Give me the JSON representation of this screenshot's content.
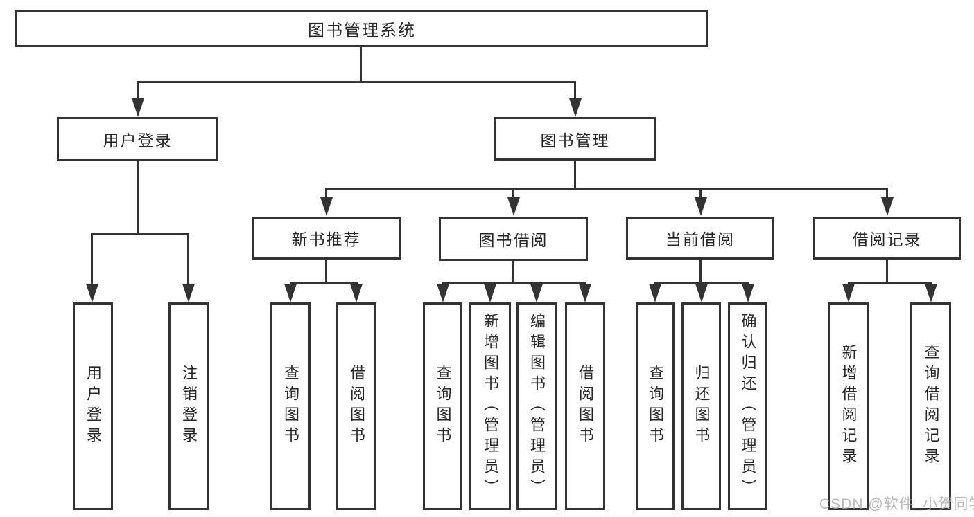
{
  "tree": {
    "root": {
      "label": "图书管理系统"
    },
    "branches": [
      {
        "label": "用户登录",
        "children": [
          {
            "label": "用户登录"
          },
          {
            "label": "注销登录"
          }
        ]
      },
      {
        "label": "图书管理",
        "children": [
          {
            "label": "新书推荐",
            "children": [
              {
                "label": "查询图书"
              },
              {
                "label": "借阅图书"
              }
            ]
          },
          {
            "label": "图书借阅",
            "children": [
              {
                "label": "查询图书"
              },
              {
                "label": "新增图书（管理员）"
              },
              {
                "label": "编辑图书（管理员）"
              },
              {
                "label": "借阅图书"
              }
            ]
          },
          {
            "label": "当前借阅",
            "children": [
              {
                "label": "查询图书"
              },
              {
                "label": "归还图书"
              },
              {
                "label": "确认归还（管理员）"
              }
            ]
          },
          {
            "label": "借阅记录",
            "children": [
              {
                "label": "新增借阅记录"
              },
              {
                "label": "查询借阅记录"
              }
            ]
          }
        ]
      }
    ]
  },
  "watermark": "CSDN @软件_小贺同学",
  "colors": {
    "line": "#333333",
    "text": "#262626",
    "box_background": "#ffffff",
    "page_background": "#ffffff",
    "watermark": "#a8a8a8"
  }
}
